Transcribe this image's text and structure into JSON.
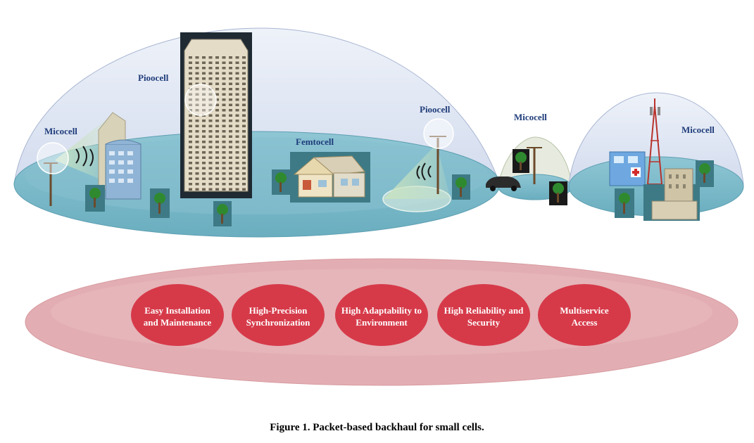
{
  "cells": {
    "micocell_left": "Micocell",
    "pioocell_top": "Pioocell",
    "femtocell": "Femtocell",
    "pioocell_right": "Pioocell",
    "micocell_middle": "Micocell",
    "micocell_right": "Micocell"
  },
  "features": [
    {
      "line1": "Easy Installation",
      "line2": "and Maintenance"
    },
    {
      "line1": "High-Precision",
      "line2": "Synchronization"
    },
    {
      "line1": "High Adaptability to",
      "line2": "Environment"
    },
    {
      "line1": "High Reliability and",
      "line2": "Security"
    },
    {
      "line1": "Multiservice",
      "line2": "Access"
    }
  ],
  "caption": "Figure 1. Packet-based backhaul for small cells.",
  "colors": {
    "dome": "#dde4f2",
    "ground": "#78b8c9",
    "band": "#e3aeb3",
    "feature": "#d63a49",
    "label": "#1f3c7a"
  }
}
